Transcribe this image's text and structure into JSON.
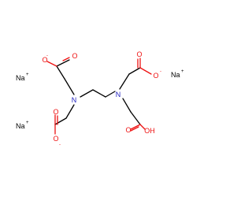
{
  "molecule": {
    "atoms": {
      "n1": "N",
      "n2": "N",
      "o_top_dbl": "O",
      "o_top_anion": "O",
      "o_top_charge": "-",
      "o_bl_dbl": "O",
      "o_bl_anion": "O",
      "o_bl_charge": "-",
      "o_tr_dbl": "O",
      "o_tr_anion": "O",
      "o_tr_charge": "-",
      "o_br_dbl": "O",
      "o_br_oh": "OH"
    },
    "counterions": [
      {
        "symbol": "Na",
        "charge": "+"
      },
      {
        "symbol": "Na",
        "charge": "+"
      },
      {
        "symbol": "Na",
        "charge": "+"
      }
    ]
  },
  "colors": {
    "carbon_bond": "#000000",
    "oxygen": "#ee1111",
    "nitrogen": "#1e1ebe",
    "sodium": "#000000",
    "background": "#ffffff"
  }
}
